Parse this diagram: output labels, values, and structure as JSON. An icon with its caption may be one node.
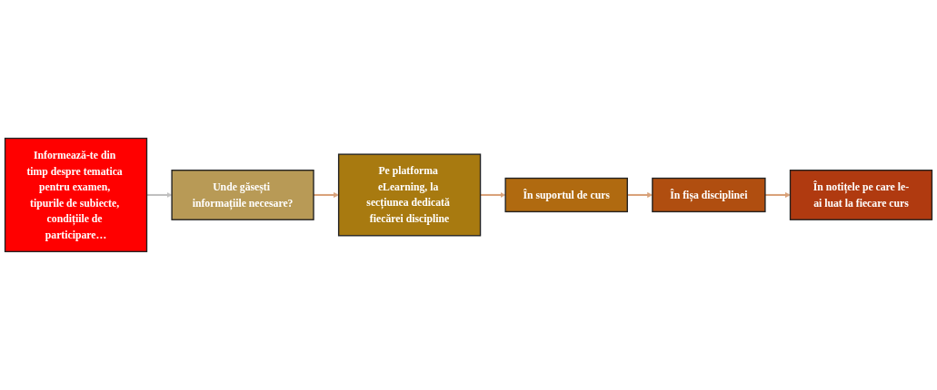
{
  "diagram": {
    "nodes": [
      {
        "text": [
          "Informează-te din timp despre tematica pentru examen, tipurile de subiecte, condițiile de participare…"
        ]
      },
      {
        "text": [
          "Unde găsești informațiile necesare?"
        ]
      },
      {
        "text": [
          "Pe platforma eLearning, la secțiunea dedicată fiecărei discipline"
        ]
      },
      {
        "text": [
          "În suportul de curs"
        ]
      },
      {
        "text": [
          "În fișa disciplinei"
        ]
      },
      {
        "text": [
          "În notițele pe care le-ai luat la fiecare curs"
        ]
      }
    ],
    "edges": [
      {
        "from": 0,
        "to": 1,
        "arrow": "to",
        "color": "#c0c0c0"
      },
      {
        "from": 1,
        "to": 2,
        "arrow": "to"
      },
      {
        "from": 2,
        "to": 3,
        "arrow": "to"
      },
      {
        "from": 3,
        "to": 4,
        "arrow": "to"
      },
      {
        "from": 4,
        "to": 5,
        "arrow": "to"
      }
    ]
  }
}
